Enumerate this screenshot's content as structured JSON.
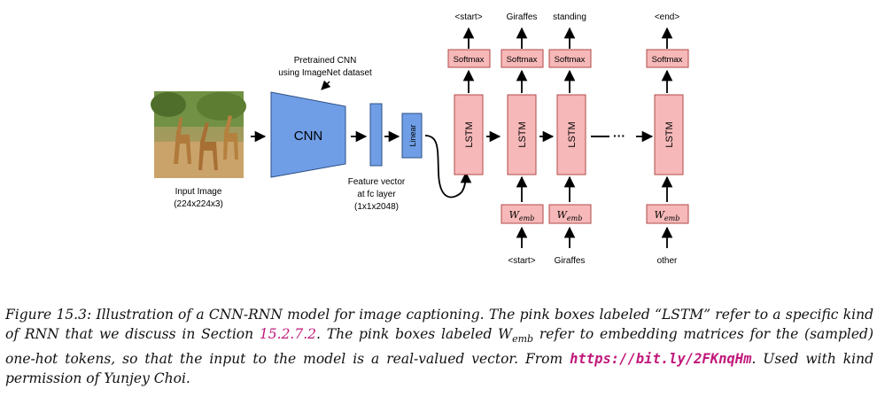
{
  "diagram": {
    "input_image_label_1": "Input Image",
    "input_image_label_2": "(224x224x3)",
    "cnn_note_1": "Pretrained CNN",
    "cnn_note_2": "using ImageNet dataset",
    "cnn_label": "CNN",
    "linear_label": "Linear",
    "feature_label_1": "Feature vector",
    "feature_label_2": "at fc layer",
    "feature_label_3": "(1x1x2048)",
    "lstm_label": "LSTM",
    "softmax_label": "Softmax",
    "wemb_base": "W",
    "wemb_sub": "emb",
    "ellipsis": "···",
    "outputs": [
      "<start>",
      "Giraffes",
      "standing",
      "<end>"
    ],
    "inputs": [
      "<start>",
      "Giraffes",
      "other"
    ],
    "colors": {
      "cnn_fill": "#6f9ee6",
      "pink_fill": "#f6b8b8",
      "pink_stroke": "#b04a4a",
      "image_tones": [
        "#c9a36a",
        "#6b8f3f",
        "#9b7a4a"
      ]
    },
    "image_description_icon": "giraffes-photo"
  },
  "caption": {
    "part1": "Figure 15.3: Illustration of a CNN-RNN model for image captioning. The pink boxes labeled “LSTM” refer to a specific kind of RNN that we discuss in Section ",
    "section_ref": "15.2.7.2",
    "part2": ". The pink boxes labeled W",
    "sub": "emb",
    "part3": " refer to embedding matrices for the (sampled) one-hot tokens, so that the input to the model is a real-valued vector. From ",
    "url": "https://bit.ly/2FKnqHm",
    "part4": ". Used with kind permission of Yunjey Choi."
  }
}
